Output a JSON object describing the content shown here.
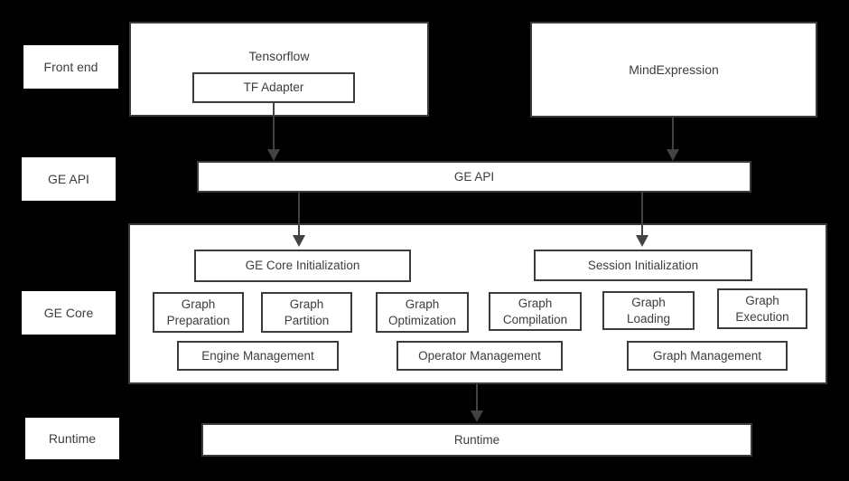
{
  "colors": {
    "background": "#000000",
    "box_fill": "#ffffff",
    "border": "#3b3b3b",
    "text": "#3d3d3d",
    "arrow": "#424242"
  },
  "side_labels": [
    {
      "label": "Front end"
    },
    {
      "label": "GE API"
    },
    {
      "label": "GE Core"
    },
    {
      "label": "Runtime"
    }
  ],
  "front_end": {
    "tensorflow": {
      "title": "Tensorflow",
      "adapter": "TF Adapter"
    },
    "mind_expression": {
      "title": "MindExpression"
    }
  },
  "ge_api_bar": {
    "label": "GE API"
  },
  "ge_core": {
    "init_boxes": [
      {
        "label": "GE Core Initialization"
      },
      {
        "label": "Session Initialization"
      }
    ],
    "pipeline_boxes": [
      {
        "label": "Graph Preparation"
      },
      {
        "label": "Graph Partition"
      },
      {
        "label": "Graph Optimization"
      },
      {
        "label": "Graph Compilation"
      },
      {
        "label": "Graph Loading"
      },
      {
        "label": "Graph Execution"
      }
    ],
    "management_boxes": [
      {
        "label": "Engine Management"
      },
      {
        "label": "Operator Management"
      },
      {
        "label": "Graph Management"
      }
    ]
  },
  "runtime_bar": {
    "label": "Runtime"
  }
}
